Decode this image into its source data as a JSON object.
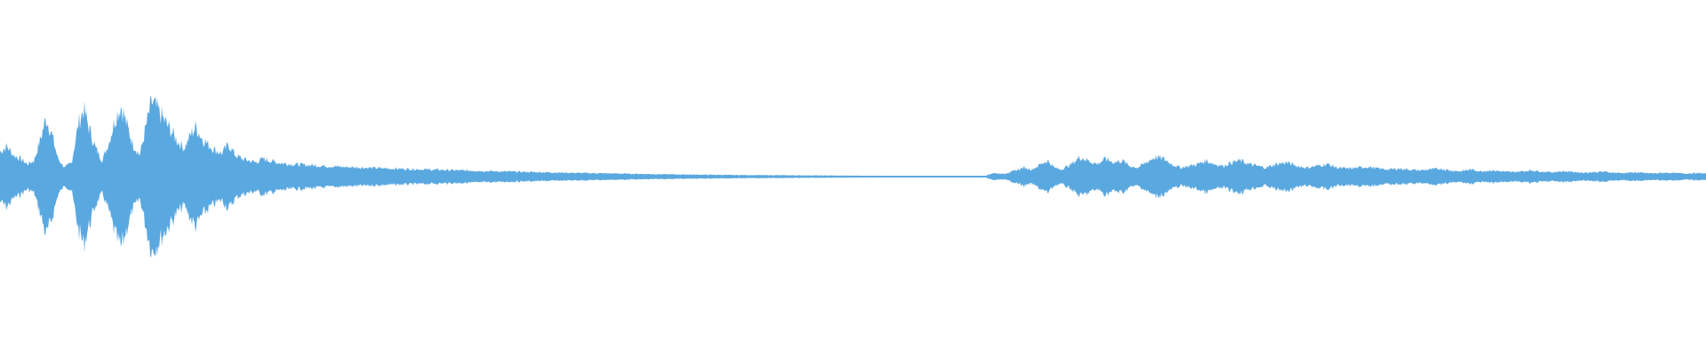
{
  "waveform": {
    "color": "#5aa8e0",
    "envelope": [
      [
        0.0,
        0.14
      ],
      [
        0.004,
        0.17
      ],
      [
        0.008,
        0.12
      ],
      [
        0.012,
        0.1
      ],
      [
        0.016,
        0.07
      ],
      [
        0.02,
        0.09
      ],
      [
        0.024,
        0.22
      ],
      [
        0.027,
        0.33
      ],
      [
        0.03,
        0.25
      ],
      [
        0.034,
        0.1
      ],
      [
        0.038,
        0.05
      ],
      [
        0.042,
        0.08
      ],
      [
        0.046,
        0.3
      ],
      [
        0.049,
        0.38
      ],
      [
        0.052,
        0.28
      ],
      [
        0.056,
        0.16
      ],
      [
        0.06,
        0.09
      ],
      [
        0.064,
        0.2
      ],
      [
        0.068,
        0.34
      ],
      [
        0.071,
        0.4
      ],
      [
        0.074,
        0.3
      ],
      [
        0.078,
        0.18
      ],
      [
        0.082,
        0.12
      ],
      [
        0.086,
        0.3
      ],
      [
        0.089,
        0.42
      ],
      [
        0.092,
        0.38
      ],
      [
        0.096,
        0.32
      ],
      [
        0.1,
        0.26
      ],
      [
        0.104,
        0.2
      ],
      [
        0.108,
        0.16
      ],
      [
        0.112,
        0.24
      ],
      [
        0.115,
        0.28
      ],
      [
        0.118,
        0.22
      ],
      [
        0.122,
        0.18
      ],
      [
        0.126,
        0.15
      ],
      [
        0.13,
        0.13
      ],
      [
        0.134,
        0.18
      ],
      [
        0.138,
        0.12
      ],
      [
        0.142,
        0.1
      ],
      [
        0.146,
        0.09
      ],
      [
        0.15,
        0.08
      ],
      [
        0.154,
        0.1
      ],
      [
        0.158,
        0.09
      ],
      [
        0.162,
        0.08
      ],
      [
        0.166,
        0.075
      ],
      [
        0.17,
        0.07
      ],
      [
        0.18,
        0.065
      ],
      [
        0.19,
        0.06
      ],
      [
        0.2,
        0.055
      ],
      [
        0.215,
        0.05
      ],
      [
        0.23,
        0.045
      ],
      [
        0.25,
        0.04
      ],
      [
        0.27,
        0.035
      ],
      [
        0.29,
        0.03
      ],
      [
        0.31,
        0.026
      ],
      [
        0.33,
        0.022
      ],
      [
        0.35,
        0.019
      ],
      [
        0.37,
        0.016
      ],
      [
        0.39,
        0.013
      ],
      [
        0.41,
        0.011
      ],
      [
        0.43,
        0.009
      ],
      [
        0.45,
        0.008
      ],
      [
        0.47,
        0.007
      ],
      [
        0.49,
        0.006
      ],
      [
        0.51,
        0.005
      ],
      [
        0.53,
        0.004
      ],
      [
        0.55,
        0.004
      ],
      [
        0.57,
        0.003
      ],
      [
        0.578,
        0.006
      ],
      [
        0.582,
        0.02
      ],
      [
        0.588,
        0.015
      ],
      [
        0.594,
        0.03
      ],
      [
        0.6,
        0.05
      ],
      [
        0.605,
        0.04
      ],
      [
        0.61,
        0.07
      ],
      [
        0.614,
        0.09
      ],
      [
        0.618,
        0.05
      ],
      [
        0.622,
        0.04
      ],
      [
        0.628,
        0.07
      ],
      [
        0.633,
        0.11
      ],
      [
        0.638,
        0.09
      ],
      [
        0.643,
        0.07
      ],
      [
        0.648,
        0.1
      ],
      [
        0.653,
        0.08
      ],
      [
        0.658,
        0.09
      ],
      [
        0.662,
        0.06
      ],
      [
        0.667,
        0.05
      ],
      [
        0.672,
        0.08
      ],
      [
        0.677,
        0.11
      ],
      [
        0.682,
        0.1
      ],
      [
        0.687,
        0.07
      ],
      [
        0.692,
        0.05
      ],
      [
        0.697,
        0.06
      ],
      [
        0.702,
        0.07
      ],
      [
        0.707,
        0.09
      ],
      [
        0.712,
        0.07
      ],
      [
        0.717,
        0.06
      ],
      [
        0.722,
        0.08
      ],
      [
        0.727,
        0.09
      ],
      [
        0.732,
        0.07
      ],
      [
        0.737,
        0.06
      ],
      [
        0.742,
        0.05
      ],
      [
        0.748,
        0.07
      ],
      [
        0.754,
        0.08
      ],
      [
        0.76,
        0.06
      ],
      [
        0.766,
        0.05
      ],
      [
        0.772,
        0.06
      ],
      [
        0.778,
        0.07
      ],
      [
        0.784,
        0.05
      ],
      [
        0.79,
        0.045
      ],
      [
        0.796,
        0.05
      ],
      [
        0.802,
        0.055
      ],
      [
        0.808,
        0.045
      ],
      [
        0.814,
        0.04
      ],
      [
        0.82,
        0.045
      ],
      [
        0.826,
        0.04
      ],
      [
        0.832,
        0.035
      ],
      [
        0.838,
        0.04
      ],
      [
        0.844,
        0.045
      ],
      [
        0.85,
        0.035
      ],
      [
        0.856,
        0.03
      ],
      [
        0.862,
        0.04
      ],
      [
        0.868,
        0.03
      ],
      [
        0.874,
        0.035
      ],
      [
        0.88,
        0.03
      ],
      [
        0.886,
        0.025
      ],
      [
        0.892,
        0.03
      ],
      [
        0.898,
        0.035
      ],
      [
        0.904,
        0.028
      ],
      [
        0.91,
        0.025
      ],
      [
        0.916,
        0.03
      ],
      [
        0.922,
        0.027
      ],
      [
        0.928,
        0.022
      ],
      [
        0.934,
        0.025
      ],
      [
        0.94,
        0.028
      ],
      [
        0.946,
        0.022
      ],
      [
        0.952,
        0.02
      ],
      [
        0.958,
        0.024
      ],
      [
        0.964,
        0.02
      ],
      [
        0.97,
        0.018
      ],
      [
        0.976,
        0.022
      ],
      [
        0.982,
        0.02
      ],
      [
        0.988,
        0.017
      ],
      [
        0.994,
        0.02
      ],
      [
        1.0,
        0.018
      ]
    ]
  }
}
